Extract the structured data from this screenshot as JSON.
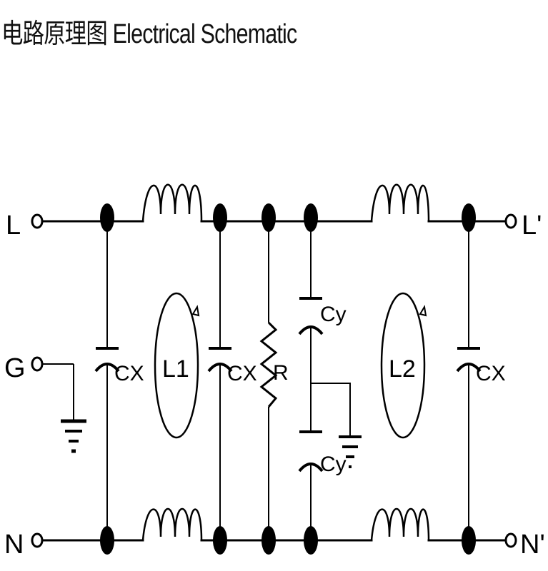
{
  "title": {
    "chinese": "电路原理图",
    "english": "Electrical Schematic"
  },
  "terminals": {
    "line_in": "L",
    "line_out": "L'",
    "ground": "G",
    "neutral_in": "N",
    "neutral_out": "N'"
  },
  "components": {
    "cx_input": "CX",
    "cx_middle": "CX",
    "resistor": "R",
    "cy_top": "Cy",
    "cy_bottom": "Cy",
    "cx_output": "CX",
    "inductor_1": "L1",
    "inductor_2": "L2"
  }
}
